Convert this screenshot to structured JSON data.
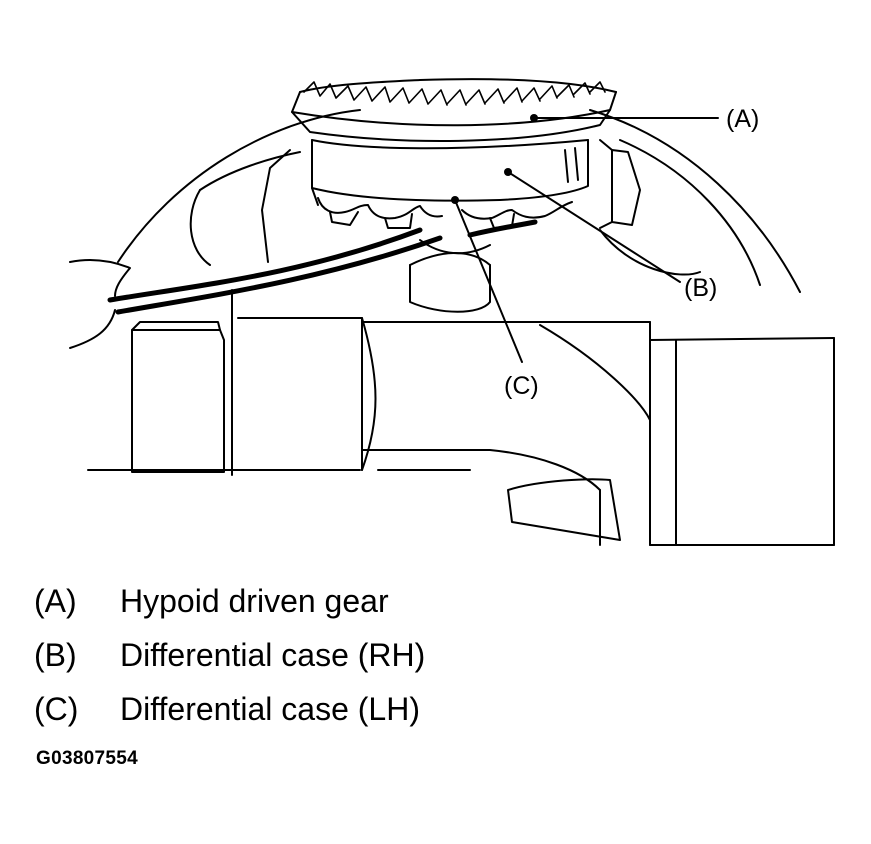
{
  "callouts": {
    "a": "(A)",
    "b": "(B)",
    "c": "(C)"
  },
  "legend": [
    {
      "key": "(A)",
      "text": "Hypoid driven gear"
    },
    {
      "key": "(B)",
      "text": "Differential case (RH)"
    },
    {
      "key": "(C)",
      "text": "Differential case (LH)"
    }
  ],
  "figure_code": "G03807554",
  "colors": {
    "ink": "#000000",
    "paper": "#ffffff"
  }
}
